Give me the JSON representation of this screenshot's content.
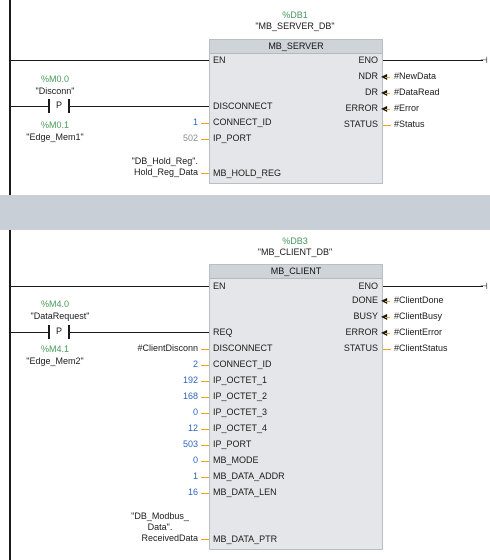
{
  "net1": {
    "db_addr": "%DB1",
    "db_name": "\"MB_SERVER_DB\"",
    "block_title": "MB_SERVER",
    "en": "EN",
    "eno": "ENO",
    "in_pins": [
      {
        "label": "DISCONNECT"
      },
      {
        "label": "CONNECT_ID",
        "value": "1",
        "value_color": "blue"
      },
      {
        "label": "IP_PORT",
        "value": "502",
        "value_color": "gray"
      },
      {
        "label": "MB_HOLD_REG",
        "value_line1": "\"DB_Hold_Reg\".",
        "value_line2": "Hold_Reg_Data"
      }
    ],
    "out_pins": [
      {
        "label": "NDR",
        "target": "#NewData"
      },
      {
        "label": "DR",
        "target": "#DataRead"
      },
      {
        "label": "ERROR",
        "target": "#Error"
      },
      {
        "label": "STATUS",
        "target": "#Status"
      }
    ],
    "contact_top_addr": "%M0.0",
    "contact_top_name": "\"Disconn\"",
    "contact_symbol": "P",
    "contact_bot_addr": "%M0.1",
    "contact_bot_name": "\"Edge_Mem1\""
  },
  "net2": {
    "db_addr": "%DB3",
    "db_name": "\"MB_CLIENT_DB\"",
    "block_title": "MB_CLIENT",
    "en": "EN",
    "eno": "ENO",
    "in_pins": [
      {
        "label": "REQ"
      },
      {
        "label": "DISCONNECT",
        "value": "#ClientDisconn",
        "value_color": "dark"
      },
      {
        "label": "CONNECT_ID",
        "value": "2",
        "value_color": "blue"
      },
      {
        "label": "IP_OCTET_1",
        "value": "192",
        "value_color": "blue"
      },
      {
        "label": "IP_OCTET_2",
        "value": "168",
        "value_color": "blue"
      },
      {
        "label": "IP_OCTET_3",
        "value": "0",
        "value_color": "blue"
      },
      {
        "label": "IP_OCTET_4",
        "value": "12",
        "value_color": "blue"
      },
      {
        "label": "IP_PORT",
        "value": "503",
        "value_color": "blue"
      },
      {
        "label": "MB_MODE",
        "value": "0",
        "value_color": "blue"
      },
      {
        "label": "MB_DATA_ADDR",
        "value": "1",
        "value_color": "blue"
      },
      {
        "label": "MB_DATA_LEN",
        "value": "16",
        "value_color": "blue"
      },
      {
        "label": "MB_DATA_PTR",
        "value_line1": "\"DB_Modbus_",
        "value_line2": "Data\".",
        "value_line3": "ReceivedData"
      }
    ],
    "out_pins": [
      {
        "label": "DONE",
        "target": "#ClientDone"
      },
      {
        "label": "BUSY",
        "target": "#ClientBusy"
      },
      {
        "label": "ERROR",
        "target": "#ClientError"
      },
      {
        "label": "STATUS",
        "target": "#ClientStatus"
      }
    ],
    "contact_top_addr": "%M4.0",
    "contact_top_name": "\"DataRequest\"",
    "contact_symbol": "P",
    "contact_bot_addr": "%M4.1",
    "contact_bot_name": "\"Edge_Mem2\""
  },
  "colors": {
    "address": "#4a9a5a",
    "constant": "#2d67b6",
    "default": "#8a8f96",
    "pin_line": "#f3a21d",
    "block": "#e4e6e9"
  }
}
